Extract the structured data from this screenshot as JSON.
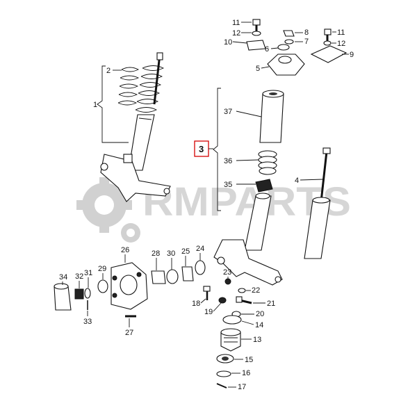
{
  "watermark": {
    "text": "RMPARTS",
    "color": "#c8c8c8"
  },
  "highlight": {
    "label": "3",
    "color": "#d40000"
  },
  "callouts": {
    "c1": "1",
    "c2": "2",
    "c4": "4",
    "c5": "5",
    "c6": "6",
    "c7": "7",
    "c8": "8",
    "c9": "9",
    "c10": "10",
    "c11": "11",
    "c12a": "12",
    "c12b": "12",
    "c13": "13",
    "c14": "14",
    "c15": "15",
    "c16": "16",
    "c17": "17",
    "c18": "18",
    "c19": "19",
    "c20": "20",
    "c21": "21",
    "c22": "22",
    "c23": "23",
    "c24": "24",
    "c25": "25",
    "c26": "26",
    "c27": "27",
    "c28": "28",
    "c29": "29",
    "c30": "30",
    "c31": "31",
    "c32": "32",
    "c33": "33",
    "c34": "34",
    "c35": "35",
    "c36": "36",
    "c37": "37",
    "c11b": "11"
  }
}
